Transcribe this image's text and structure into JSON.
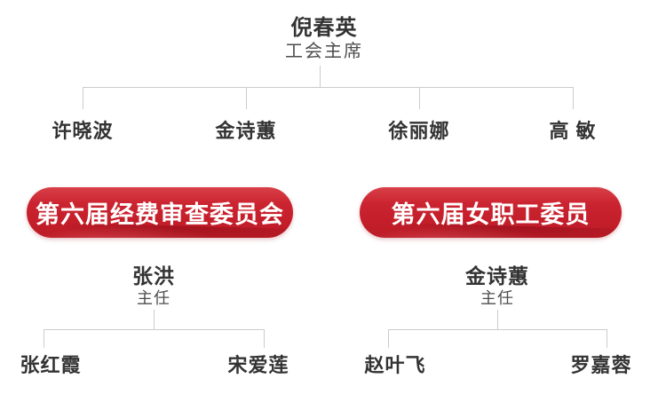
{
  "palette": {
    "text_dark": "#333333",
    "text_muted": "#4d4d4d",
    "line": "#cccccc",
    "banner_red": "#c41e2a",
    "banner_red_light": "#d84048",
    "banner_red_dark": "#9d0f1a",
    "banner_text": "#ffffff"
  },
  "chart": {
    "chairman": {
      "name": "倪春英",
      "title": "工会主席"
    },
    "union_members": [
      "许晓波",
      "金诗蕙",
      "徐丽娜",
      "高 敏"
    ],
    "committees": [
      {
        "banner": "第六届经费审查委员会",
        "director": {
          "name": "张洪",
          "title": "主任"
        },
        "members": [
          "张红霞",
          "宋爱莲"
        ]
      },
      {
        "banner": "第六届女职工委员",
        "director": {
          "name": "金诗蕙",
          "title": "主任"
        },
        "members": [
          "赵叶飞",
          "罗嘉蓉"
        ]
      }
    ]
  }
}
